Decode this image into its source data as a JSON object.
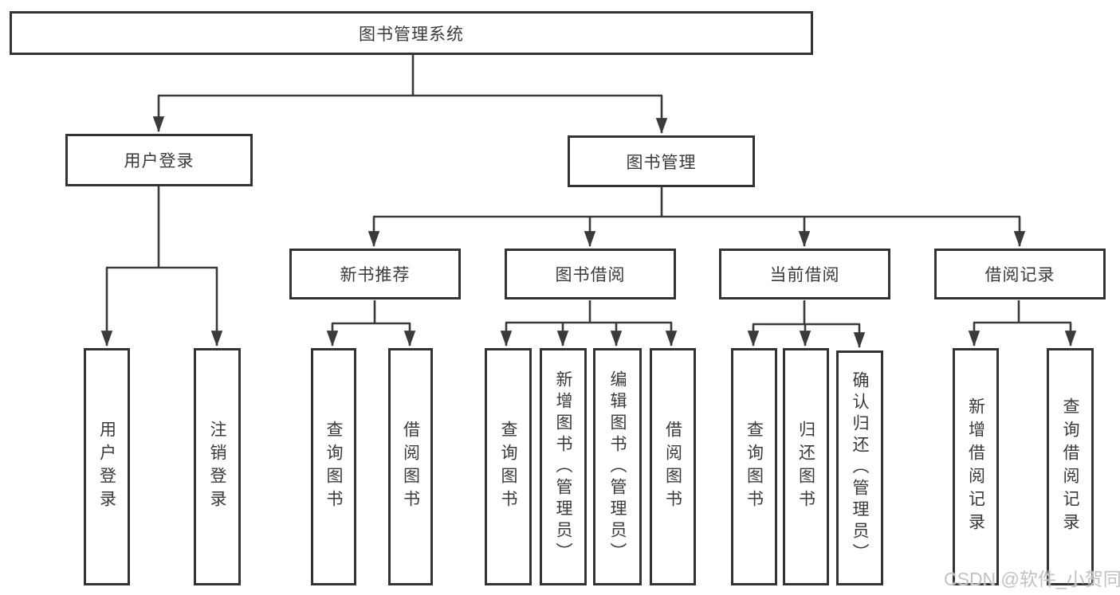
{
  "tree": {
    "root": {
      "label": "图书管理系统"
    },
    "branches": [
      {
        "label": "用户登录",
        "children": [
          {
            "label": "用户登录"
          },
          {
            "label": "注销登录"
          }
        ]
      },
      {
        "label": "图书管理",
        "children": [
          {
            "label": "新书推荐",
            "children": [
              {
                "label": "查询图书"
              },
              {
                "label": "借阅图书"
              }
            ]
          },
          {
            "label": "图书借阅",
            "children": [
              {
                "label": "查询图书"
              },
              {
                "label": "新增图书（管理员）"
              },
              {
                "label": "编辑图书（管理员）"
              },
              {
                "label": "借阅图书"
              }
            ]
          },
          {
            "label": "当前借阅",
            "children": [
              {
                "label": "查询图书"
              },
              {
                "label": "归还图书"
              },
              {
                "label": "确认归还（管理员）"
              }
            ]
          },
          {
            "label": "借阅记录",
            "children": [
              {
                "label": "新增借阅记录"
              },
              {
                "label": "查询借阅记录"
              }
            ]
          }
        ]
      }
    ]
  },
  "watermark": "CSDN @软件_小贺同学",
  "colors": {
    "line": "#3a3a3a",
    "box_border": "#333333",
    "text": "#3a3a3a",
    "watermark": "#c2c2c2",
    "background": "#ffffff"
  }
}
